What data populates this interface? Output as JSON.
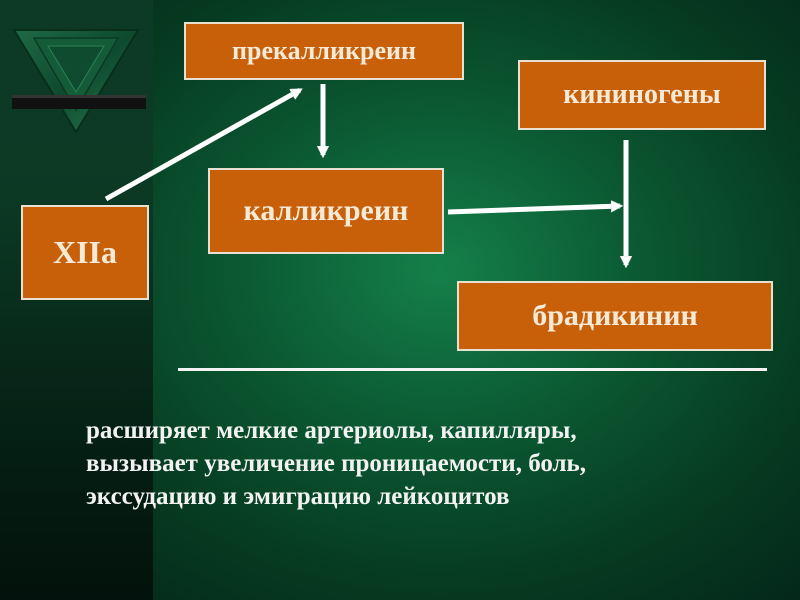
{
  "diagram": {
    "nodes": {
      "prekallikrein": "прекалликреин",
      "kininogens": "кининогены",
      "kallikrein": "калликреин",
      "xiia": "XIIa",
      "bradykinin": "брадикинин"
    },
    "edges": [
      {
        "from": "xiia",
        "to": "prekallikrein"
      },
      {
        "from": "prekallikrein",
        "to": "kallikrein"
      },
      {
        "from": "kallikrein",
        "to": "kininogens-target"
      },
      {
        "from": "kininogens",
        "to": "bradykinin"
      }
    ],
    "description_lines": [
      "расширяет мелкие артериолы, капилляры,",
      "вызывает увеличение проницаемости, боль,",
      "экссудацию и эмиграцию лейкоцитов"
    ],
    "colors": {
      "box_fill": "#c8600a",
      "box_text": "#f5ead8",
      "arrow": "#ffffff",
      "background": "#0b5a33"
    }
  }
}
